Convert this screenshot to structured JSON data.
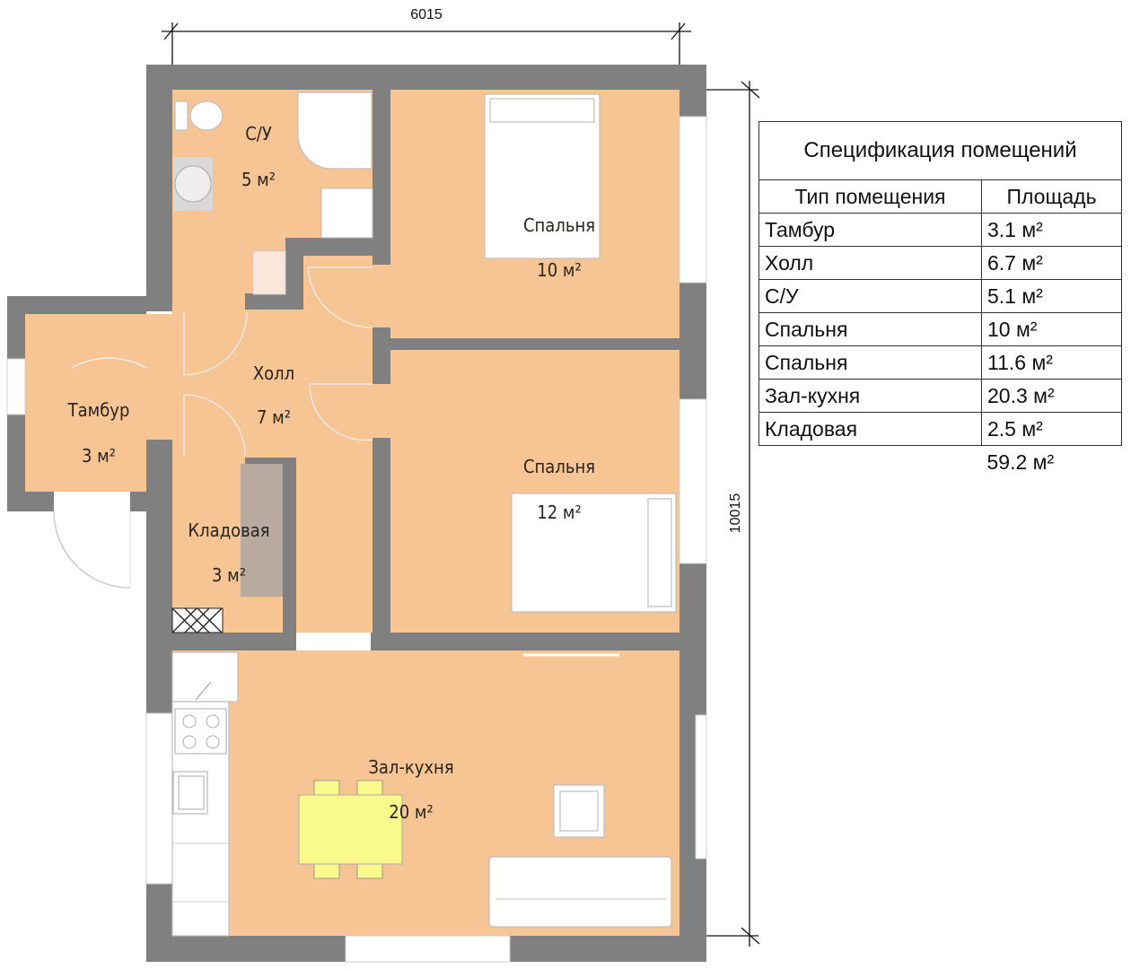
{
  "dimensions": {
    "width_label": "6015",
    "height_label": "10015"
  },
  "rooms": {
    "bathroom": {
      "name": "С/У",
      "area": "5 м²"
    },
    "bedroom1": {
      "name": "Спальня",
      "area": "10 м²"
    },
    "hall": {
      "name": "Холл",
      "area": "7 м²"
    },
    "vestibule": {
      "name": "Тамбур",
      "area": "3 м²"
    },
    "storage": {
      "name": "Кладовая",
      "area": "3 м²"
    },
    "bedroom2": {
      "name": "Спальня",
      "area": "12 м²"
    },
    "living_kitchen": {
      "name": "Зал-кухня",
      "area": "20 м²"
    }
  },
  "spec_table": {
    "title": "Спецификация помещений",
    "headers": [
      "Тип помещения",
      "Площадь"
    ],
    "rows": [
      [
        "Тамбур",
        "3.1 м²"
      ],
      [
        "Холл",
        "6.7 м²"
      ],
      [
        "С/У",
        "5.1 м²"
      ],
      [
        "Спальня",
        "10 м²"
      ],
      [
        "Спальня",
        "11.6 м²"
      ],
      [
        "Зал-кухня",
        "20.3 м²"
      ],
      [
        "Кладовая",
        "2.5 м²"
      ]
    ],
    "total": "59.2 м²"
  },
  "colors": {
    "floor": "#F6C593",
    "wall": "#808080",
    "table_top": "#F9F98C",
    "storage_shelf": "#B8AA9E"
  }
}
